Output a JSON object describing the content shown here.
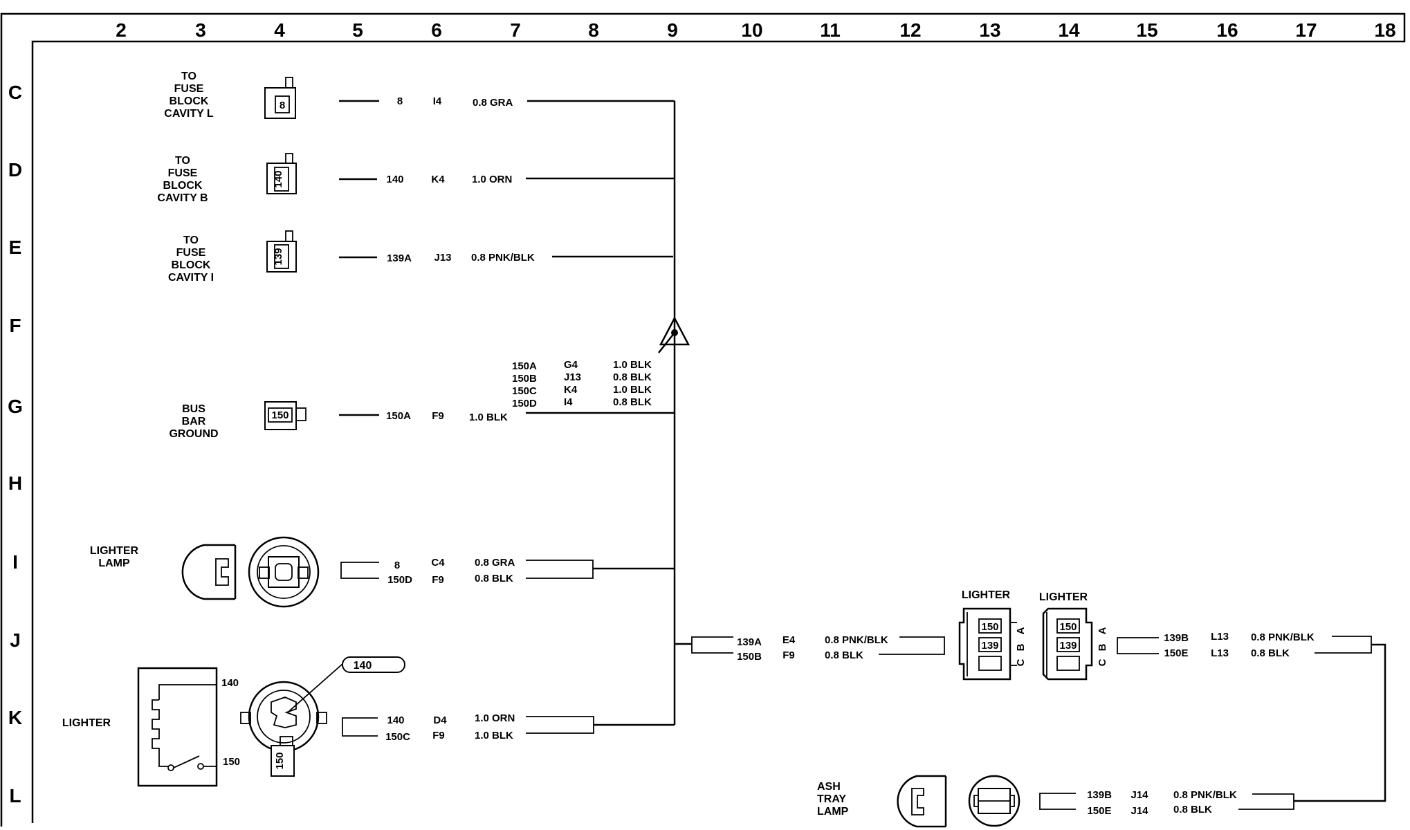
{
  "grid": {
    "columns": [
      "2",
      "3",
      "4",
      "5",
      "6",
      "7",
      "8",
      "9",
      "10",
      "11",
      "12",
      "13",
      "14",
      "15",
      "16",
      "17",
      "18"
    ],
    "rows": [
      "C",
      "D",
      "E",
      "F",
      "G",
      "H",
      "I",
      "J",
      "K",
      "L"
    ]
  },
  "components": {
    "fuse_l": [
      "TO",
      "FUSE",
      "BLOCK",
      "CAVITY L"
    ],
    "fuse_b": [
      "TO",
      "FUSE",
      "BLOCK",
      "CAVITY B"
    ],
    "fuse_i": [
      "TO",
      "FUSE",
      "BLOCK",
      "CAVITY I"
    ],
    "bus_bar": [
      "BUS",
      "BAR",
      "GROUND"
    ],
    "lighter_lamp": [
      "LIGHTER",
      "LAMP"
    ],
    "lighter": "LIGHTER",
    "ash_tray_lamp": [
      "ASH",
      "TRAY",
      "LAMP"
    ],
    "lighter_conn_a": "LIGHTER",
    "lighter_conn_b": "LIGHTER"
  },
  "connector_pins": {
    "fuse_l": "8",
    "fuse_b": "140",
    "fuse_i": "139",
    "bus_bar": "150",
    "lighter_150": "150",
    "lighter_callout": "140",
    "lighter_conn_top": "150",
    "lighter_conn_mid": "139",
    "pin_letters": [
      "A",
      "B",
      "C"
    ]
  },
  "circuits": {
    "row_c": {
      "id": "8",
      "loc": "I4",
      "wire": "0.8 GRA"
    },
    "row_d": {
      "id": "140",
      "loc": "K4",
      "wire": "1.0 ORN"
    },
    "row_e": {
      "id": "139A",
      "loc": "J13",
      "wire": "0.8 PNK/BLK"
    },
    "row_g": {
      "id": "150A",
      "loc": "F9",
      "wire": "1.0 BLK"
    },
    "splice": [
      {
        "id": "150A",
        "loc": "G4",
        "wire": "1.0 BLK"
      },
      {
        "id": "150B",
        "loc": "J13",
        "wire": "0.8 BLK"
      },
      {
        "id": "150C",
        "loc": "K4",
        "wire": "1.0 BLK"
      },
      {
        "id": "150D",
        "loc": "I4",
        "wire": "0.8 BLK"
      }
    ],
    "lamp_1": {
      "id": "8",
      "loc": "C4",
      "wire": "0.8 GRA"
    },
    "lamp_2": {
      "id": "150D",
      "loc": "F9",
      "wire": "0.8 BLK"
    },
    "lighter_1": {
      "id": "140",
      "loc": "D4",
      "wire": "1.0 ORN"
    },
    "lighter_2": {
      "id": "150C",
      "loc": "F9",
      "wire": "1.0 BLK"
    },
    "lighter_int_140": "140",
    "lighter_int_150": "150",
    "j_1": {
      "id": "139A",
      "loc": "E4",
      "wire": "0.8 PNK/BLK"
    },
    "j_2": {
      "id": "150B",
      "loc": "F9",
      "wire": "0.8 BLK"
    },
    "right_1": {
      "id": "139B",
      "loc": "L13",
      "wire": "0.8 PNK/BLK"
    },
    "right_2": {
      "id": "150E",
      "loc": "L13",
      "wire": "0.8 BLK"
    },
    "ash_1": {
      "id": "139B",
      "loc": "J14",
      "wire": "0.8 PNK/BLK"
    },
    "ash_2": {
      "id": "150E",
      "loc": "J14",
      "wire": "0.8 BLK"
    }
  }
}
